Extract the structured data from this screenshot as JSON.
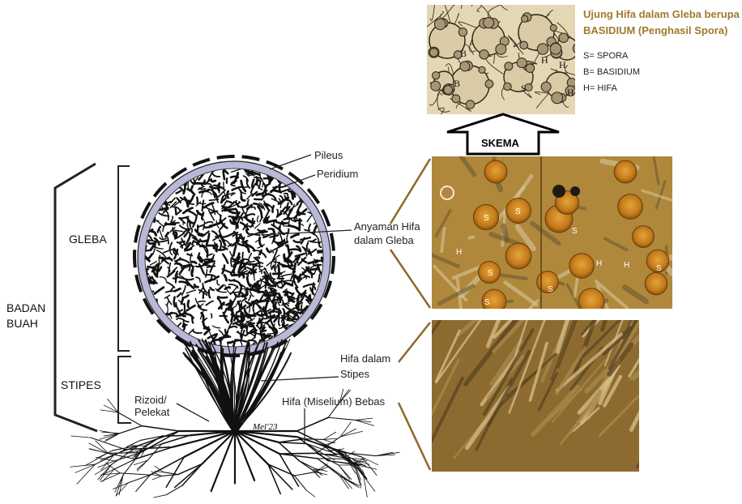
{
  "colors": {
    "peridium": "#b8b8d8",
    "micro_bg": "#b88a3a",
    "spore": "#d08a22",
    "sketch_bg": "#e4d7b4",
    "title": "#a07a2c"
  },
  "structure_labels": {
    "pileus": "Pileus",
    "peridium": "Peridium",
    "anyaman_line1": "Anyaman Hifa",
    "anyaman_line2": "dalam Gleba",
    "hifa_stipes_line1": "Hifa dalam",
    "hifa_stipes_line2": "Stipes",
    "rizoid_line1": "Rizoid/",
    "rizoid_line2": "Pelekat",
    "miselium": "Hifa (Miselium) Bebas"
  },
  "brackets": {
    "gleba": "GLEBA",
    "stipes": "STIPES",
    "badan_line1": "BADAN",
    "badan_line2": "BUAH"
  },
  "signature": "Mel'23",
  "skema_label": "SKEMA",
  "top_panel": {
    "title_line1": "Ujung Hifa dalam Gleba berupa",
    "title_line2": "BASIDIUM (Penghasil Spora)",
    "key": [
      "S= SPORA",
      "B= BASIDIUM",
      "H= HIFA"
    ],
    "sketch_letters": [
      "B",
      "B",
      "H",
      "H",
      "H",
      "S"
    ]
  },
  "micro_letters": [
    "S",
    "S",
    "S",
    "S",
    "S",
    "S",
    "H",
    "H",
    "H",
    "S"
  ]
}
